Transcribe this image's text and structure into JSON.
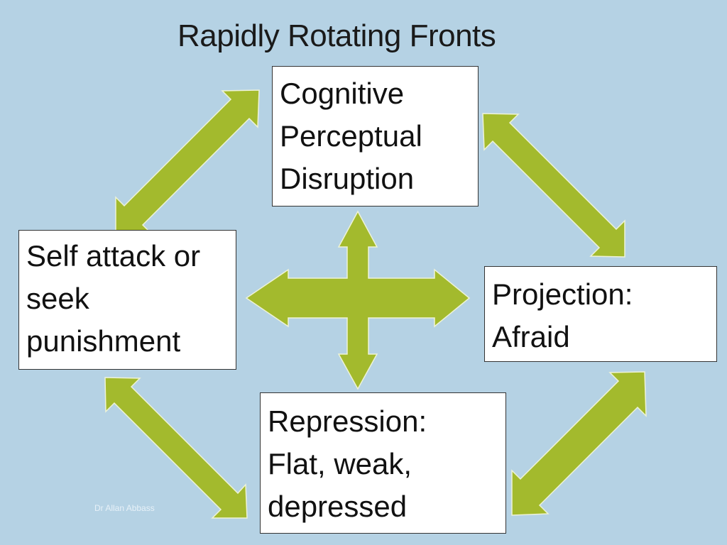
{
  "title": "Rapidly Rotating Fronts",
  "boxes": {
    "cognitive": {
      "lines": [
        "Cognitive",
        "Perceptual",
        "Disruption"
      ]
    },
    "self_attack": {
      "lines": [
        "Self attack or",
        "seek",
        "punishment"
      ]
    },
    "projection": {
      "lines": [
        "Projection:",
        "Afraid"
      ]
    },
    "repression": {
      "lines": [
        "Repression:",
        "Flat, weak,",
        "depressed"
      ]
    }
  },
  "watermark": "Dr Allan Abbass",
  "colors": {
    "background": "#b5d2e4",
    "arrow": "#a3ba2d",
    "box_fill": "#ffffff",
    "box_border": "#333333"
  }
}
